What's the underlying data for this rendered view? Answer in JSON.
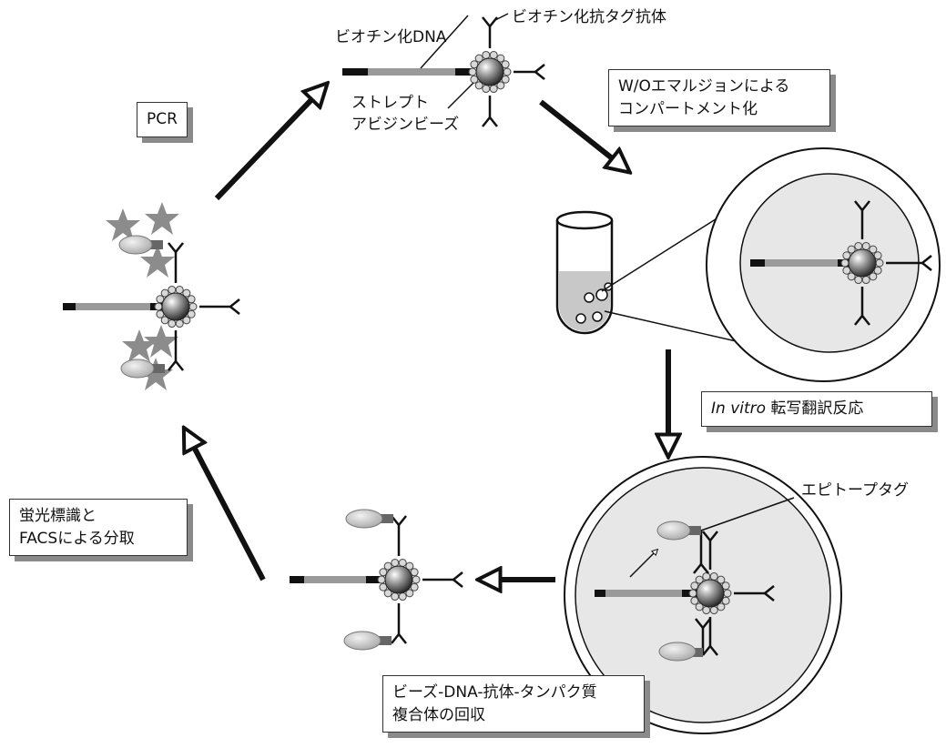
{
  "labels": {
    "biotin_antibody": "ビオチン化抗タグ抗体",
    "biotin_dna": "ビオチン化DNA",
    "streptavidin_line1": "ストレプト",
    "streptavidin_line2": "アビジンビーズ",
    "epitope_tag": "エピトープタグ"
  },
  "steps": {
    "pcr": "PCR",
    "emulsion_line1": "W/Oエマルジョンによる",
    "emulsion_line2": "コンパートメント化",
    "ivt_italic": "In vitro",
    "ivt_rest": " 転写翻訳反応",
    "recovery_line1": "ビーズ-DNA-抗体-タンパク質",
    "recovery_line2": "複合体の回収",
    "facs_line1": "蛍光標識と",
    "facs_line2": "FACSによる分取"
  },
  "colors": {
    "ink": "#111111",
    "dna_gray": "#9a9a9a",
    "shadow": "#8a8a8a",
    "tag_gray": "#c8c8c8",
    "star_gray": "#8c8c8c"
  }
}
